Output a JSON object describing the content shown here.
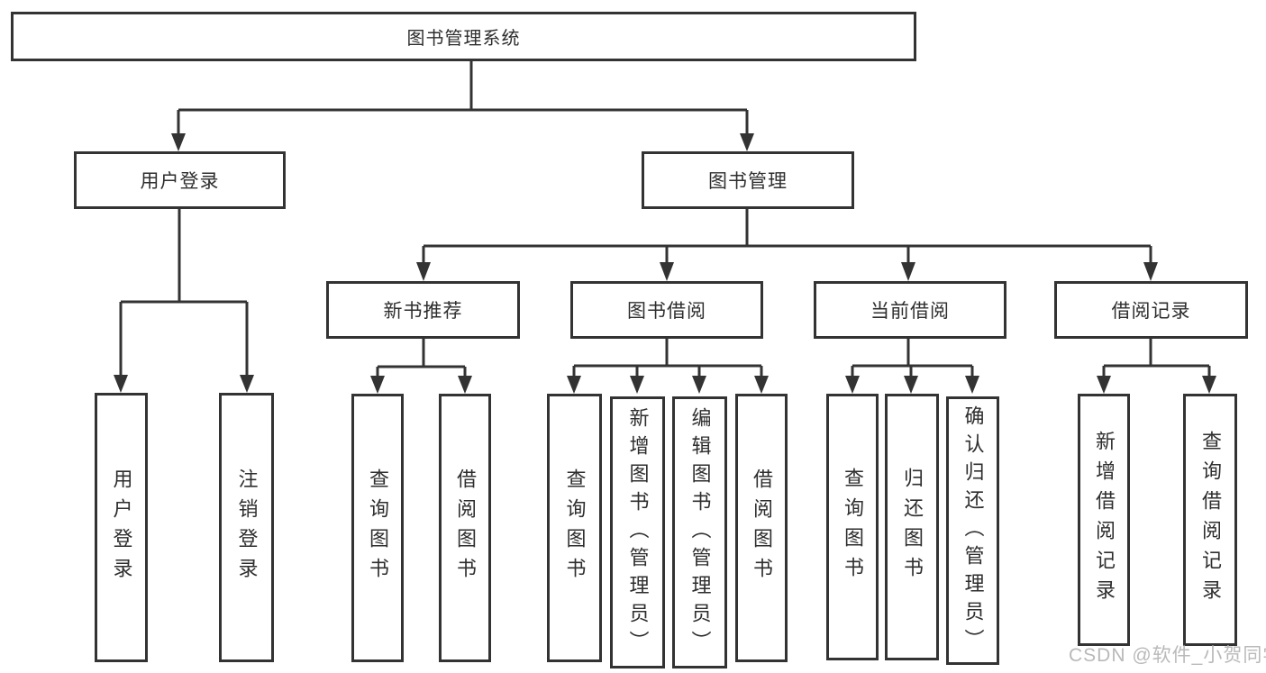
{
  "diagram": {
    "root_label": "图书管理系统",
    "branches": [
      {
        "label": "用户登录",
        "children": [
          {
            "label": "用户登录"
          },
          {
            "label": "注销登录"
          }
        ]
      },
      {
        "label": "图书管理",
        "children": [
          {
            "label": "新书推荐",
            "children": [
              {
                "label": "查询图书"
              },
              {
                "label": "借阅图书"
              }
            ]
          },
          {
            "label": "图书借阅",
            "children": [
              {
                "label": "查询图书"
              },
              {
                "label": "新增图书（管理员）"
              },
              {
                "label": "编辑图书（管理员）"
              },
              {
                "label": "借阅图书"
              }
            ]
          },
          {
            "label": "当前借阅",
            "children": [
              {
                "label": "查询图书"
              },
              {
                "label": "归还图书"
              },
              {
                "label": "确认归还（管理员）"
              }
            ]
          },
          {
            "label": "借阅记录",
            "children": [
              {
                "label": "新增借阅记录"
              },
              {
                "label": "查询借阅记录"
              }
            ]
          }
        ]
      }
    ]
  },
  "watermark": {
    "text": "CSDN @软件_小贺同学"
  },
  "colors": {
    "line": "#333333",
    "box_border": "#333333",
    "box_background": "#ffffff",
    "text": "#2e2e2e",
    "watermark": "#b9b9b9"
  }
}
